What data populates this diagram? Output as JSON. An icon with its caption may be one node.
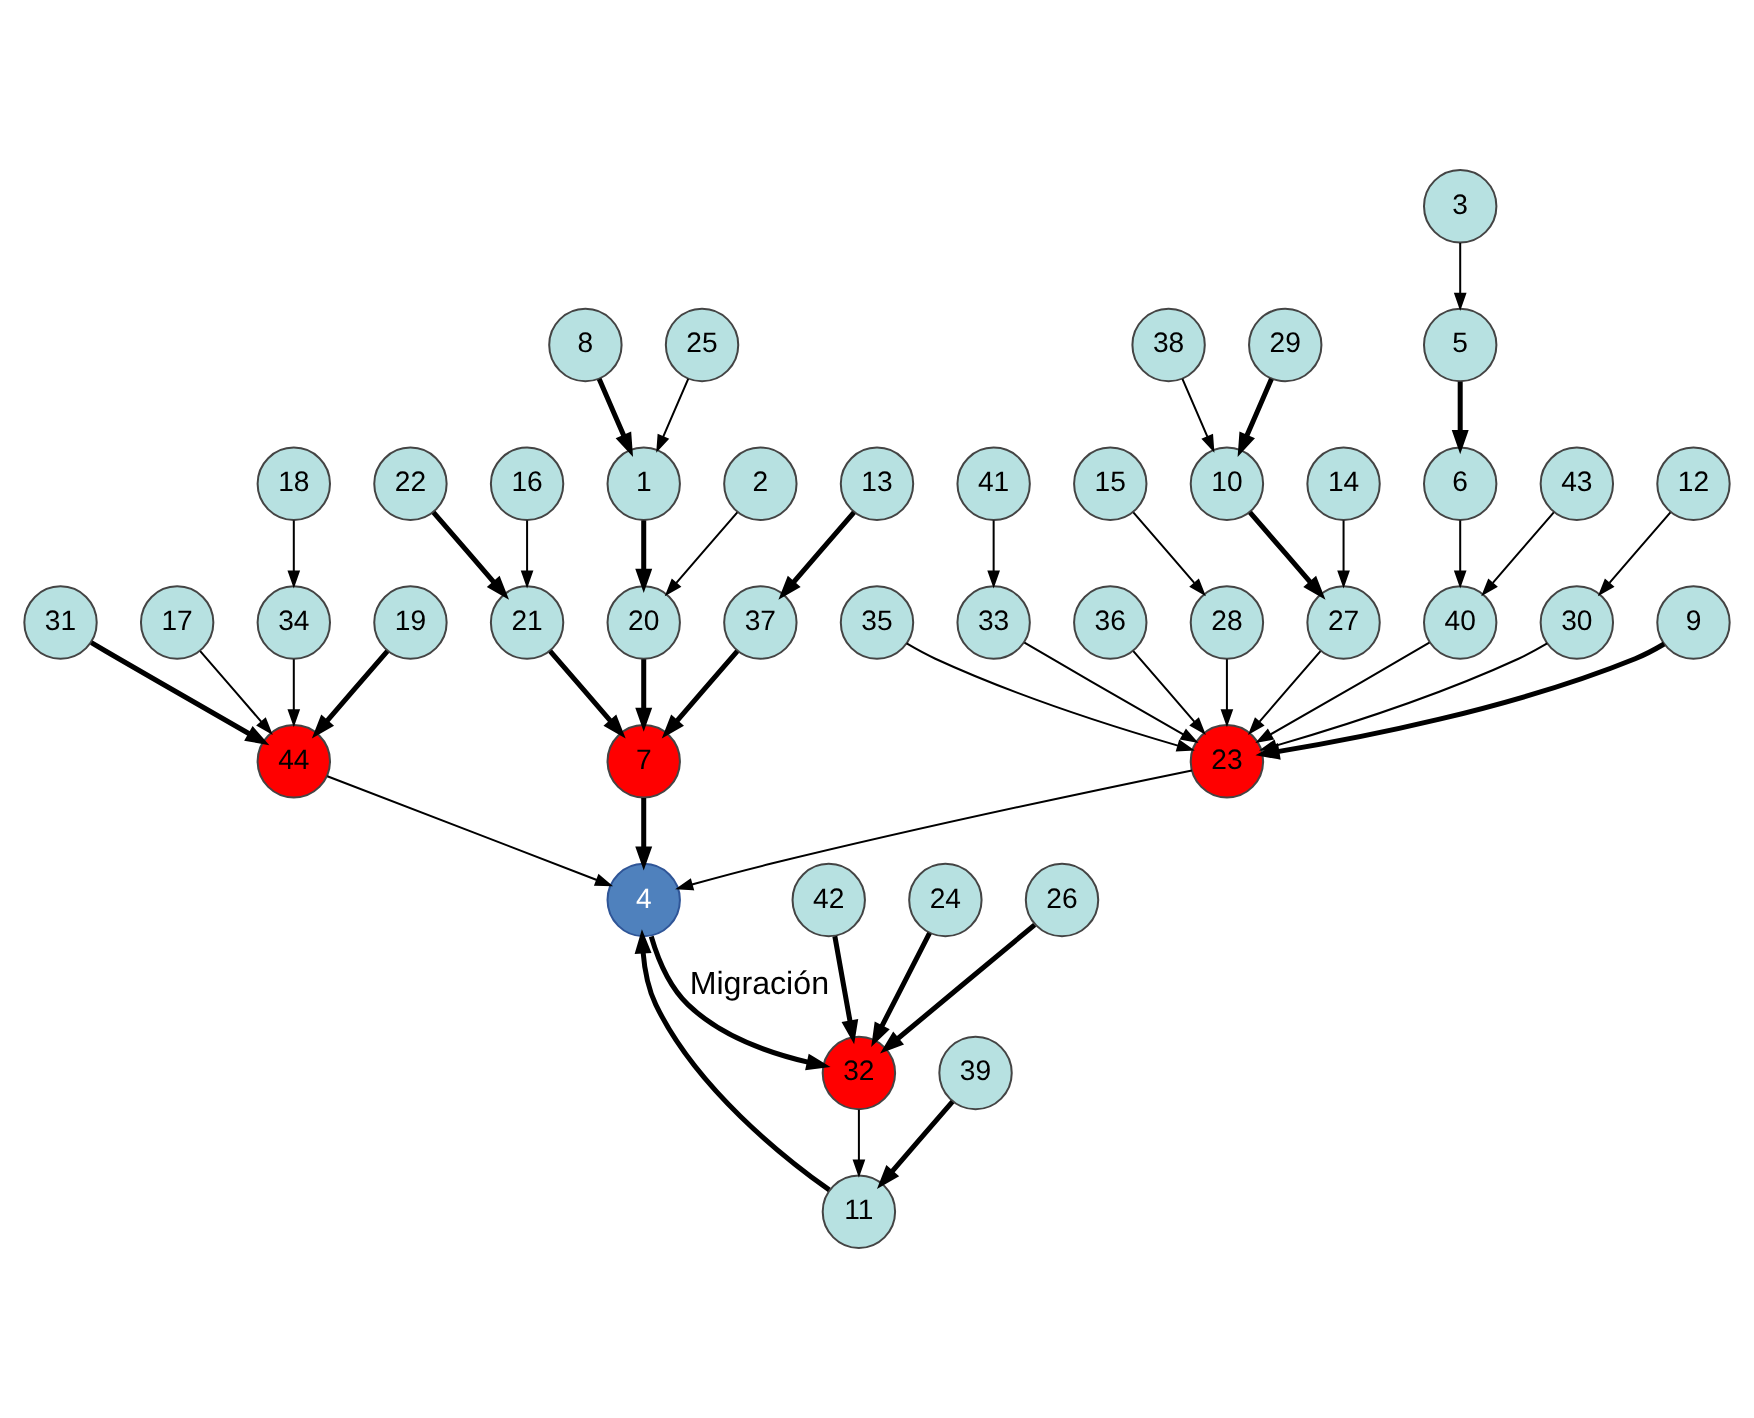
{
  "diagram": {
    "nodes": [
      {
        "text": [
          "38"
        ]
      },
      {
        "text": [
          "29"
        ]
      },
      {
        "text": [
          "10"
        ]
      },
      {
        "text": [
          "14"
        ]
      },
      {
        "text": [
          "27"
        ]
      },
      {
        "text": [
          "15"
        ]
      },
      {
        "text": [
          "41"
        ]
      },
      {
        "text": [
          "36"
        ]
      },
      {
        "text": [
          "3"
        ]
      },
      {
        "text": [
          "43"
        ]
      },
      {
        "text": [
          "33"
        ]
      },
      {
        "text": [
          "28"
        ]
      },
      {
        "text": [
          "18"
        ]
      },
      {
        "text": [
          "5"
        ]
      },
      {
        "text": [
          "6"
        ]
      },
      {
        "text": [
          "40"
        ]
      },
      {
        "text": [
          "23"
        ]
      },
      {
        "text": [
          "30"
        ]
      },
      {
        "text": [
          "12"
        ]
      },
      {
        "text": [
          "34"
        ]
      },
      {
        "text": [
          "19"
        ]
      },
      {
        "text": [
          "9"
        ]
      },
      {
        "text": [
          "35"
        ]
      },
      {
        "text": [
          "22"
        ]
      },
      {
        "text": [
          "44"
        ]
      },
      {
        "text": [
          "31"
        ]
      },
      {
        "text": [
          "16"
        ]
      },
      {
        "text": [
          "21"
        ]
      },
      {
        "text": [
          "17"
        ]
      },
      {
        "text": [
          "8"
        ]
      },
      {
        "text": [
          "42"
        ]
      },
      {
        "text": [
          "1"
        ]
      },
      {
        "text": [
          "20"
        ]
      },
      {
        "text": [
          "7"
        ]
      },
      {
        "text": [
          "4"
        ]
      },
      {
        "text": [
          "32"
        ]
      },
      {
        "text": [
          "24"
        ]
      },
      {
        "text": [
          "25"
        ]
      },
      {
        "text": [
          "2"
        ]
      },
      {
        "text": [
          "37"
        ]
      },
      {
        "text": [
          "11"
        ]
      },
      {
        "text": [
          "26"
        ]
      },
      {
        "text": [
          "39"
        ]
      },
      {
        "text": [
          "13"
        ]
      }
    ],
    "edges": [
      {
        "from": 0,
        "to": 2,
        "arrow": "to"
      },
      {
        "from": 1,
        "to": 2,
        "arrow": "to",
        "style": "thick"
      },
      {
        "from": 2,
        "to": 4,
        "arrow": "to",
        "style": "thick"
      },
      {
        "from": 3,
        "to": 4,
        "arrow": "to"
      },
      {
        "from": 4,
        "to": 16,
        "arrow": "to"
      },
      {
        "from": 5,
        "to": 11,
        "arrow": "to"
      },
      {
        "from": 11,
        "to": 16,
        "arrow": "to"
      },
      {
        "from": 7,
        "to": 16,
        "arrow": "to"
      },
      {
        "from": 6,
        "to": 10,
        "arrow": "to"
      },
      {
        "from": 10,
        "to": 16,
        "arrow": "to"
      },
      {
        "from": 9,
        "to": 15,
        "arrow": "to"
      },
      {
        "from": 8,
        "to": 13,
        "arrow": "to"
      },
      {
        "from": 13,
        "to": 14,
        "arrow": "to",
        "style": "thick"
      },
      {
        "from": 14,
        "to": 15,
        "arrow": "to"
      },
      {
        "from": 15,
        "to": 16,
        "arrow": "to"
      },
      {
        "from": 18,
        "to": 17,
        "arrow": "to"
      },
      {
        "from": 17,
        "to": 16,
        "arrow": "to"
      },
      {
        "from": 22,
        "to": 16,
        "arrow": "to"
      },
      {
        "from": 21,
        "to": 16,
        "arrow": "to",
        "style": "thick"
      },
      {
        "from": 16,
        "to": 34,
        "arrow": "to"
      },
      {
        "from": 12,
        "to": 19,
        "arrow": "to"
      },
      {
        "from": 19,
        "to": 24,
        "arrow": "to"
      },
      {
        "from": 20,
        "to": 24,
        "arrow": "to",
        "style": "thick"
      },
      {
        "from": 25,
        "to": 24,
        "arrow": "to",
        "style": "thick"
      },
      {
        "from": 28,
        "to": 24,
        "arrow": "to"
      },
      {
        "from": 24,
        "to": 34,
        "arrow": "to"
      },
      {
        "from": 23,
        "to": 27,
        "arrow": "to",
        "style": "thick"
      },
      {
        "from": 26,
        "to": 27,
        "arrow": "to"
      },
      {
        "from": 27,
        "to": 33,
        "arrow": "to",
        "style": "thick"
      },
      {
        "from": 29,
        "to": 31,
        "arrow": "to",
        "style": "thick"
      },
      {
        "from": 37,
        "to": 31,
        "arrow": "to"
      },
      {
        "from": 31,
        "to": 32,
        "arrow": "to",
        "style": "thick"
      },
      {
        "from": 38,
        "to": 32,
        "arrow": "to"
      },
      {
        "from": 32,
        "to": 33,
        "arrow": "to",
        "style": "thick"
      },
      {
        "from": 33,
        "to": 34,
        "arrow": "to",
        "style": "thick"
      },
      {
        "from": 39,
        "to": 33,
        "arrow": "to",
        "style": "thick"
      },
      {
        "from": 43,
        "to": 39,
        "arrow": "to",
        "style": "thick"
      },
      {
        "from": 34,
        "to": 35,
        "arrow": "to",
        "style": "thick",
        "label": "Migración"
      },
      {
        "from": 30,
        "to": 35,
        "arrow": "to",
        "style": "thick"
      },
      {
        "from": 36,
        "to": 35,
        "arrow": "to",
        "style": "thick"
      },
      {
        "from": 41,
        "to": 35,
        "arrow": "to",
        "style": "thick"
      },
      {
        "from": 35,
        "to": 40,
        "arrow": "to"
      },
      {
        "from": 42,
        "to": 40,
        "arrow": "to",
        "style": "thick"
      },
      {
        "from": 40,
        "to": 34,
        "arrow": "to",
        "style": "thick"
      }
    ]
  }
}
